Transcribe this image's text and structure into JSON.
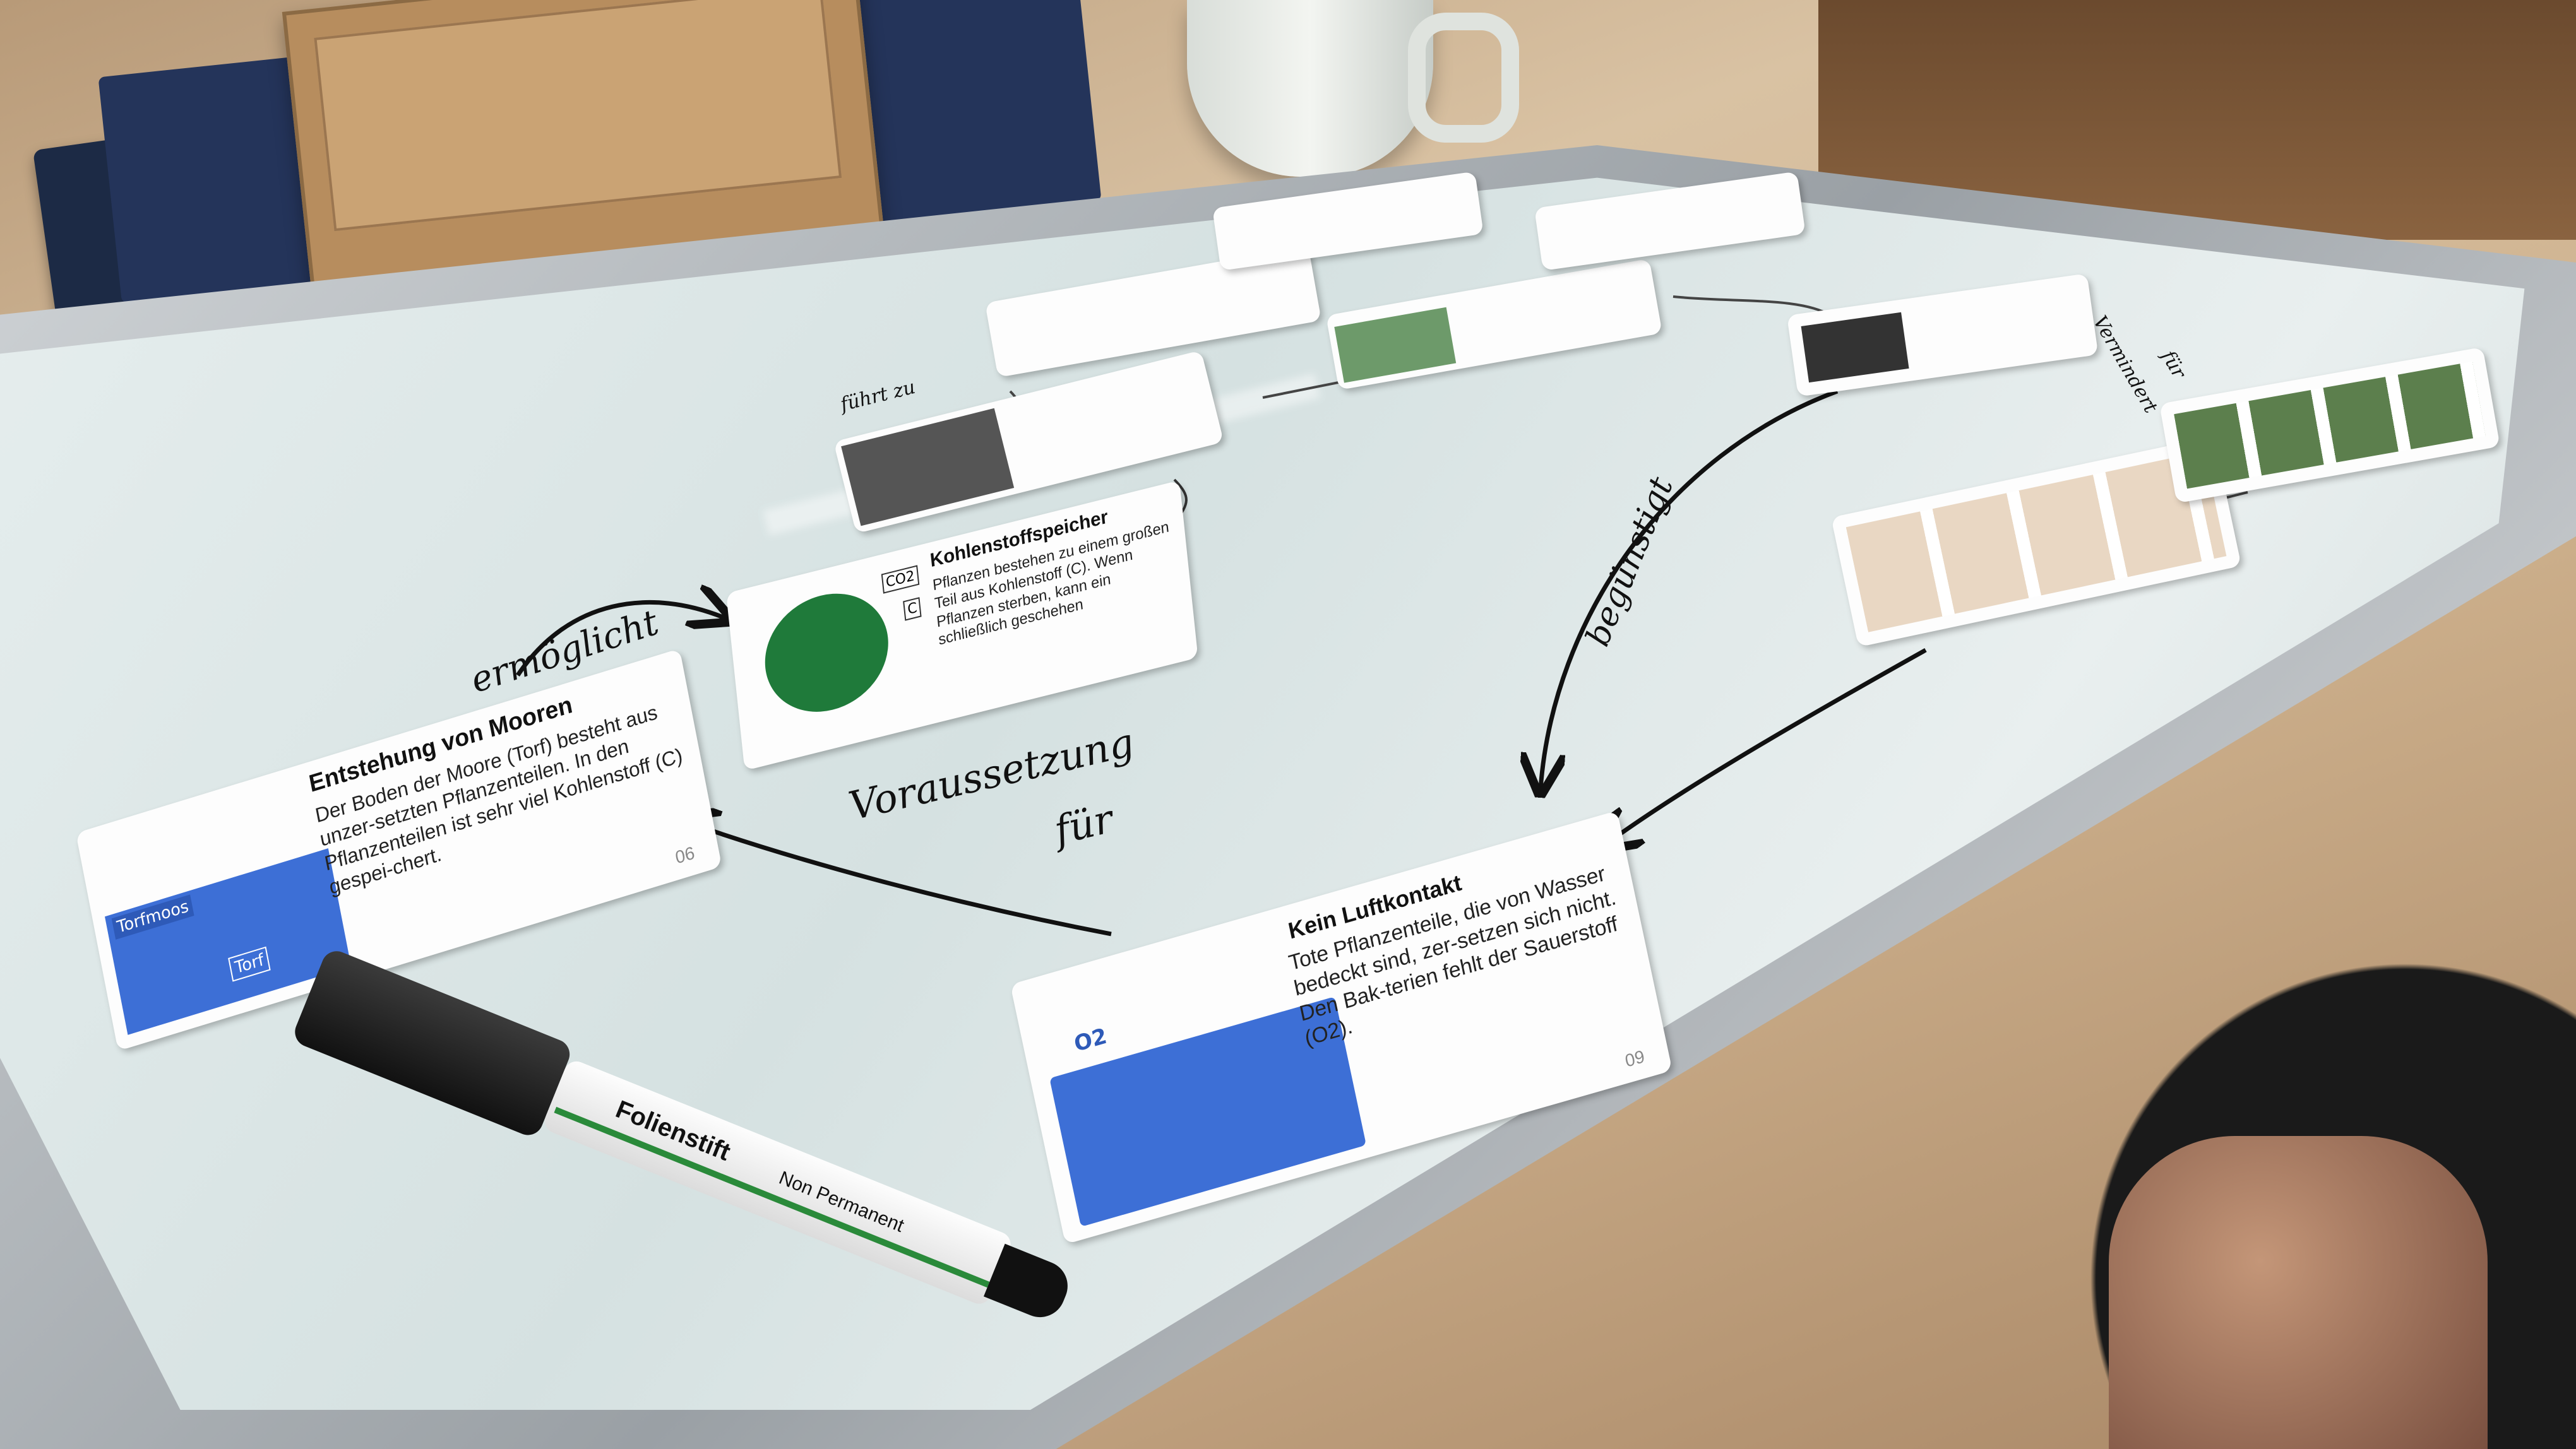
{
  "cards": {
    "entstehung": {
      "title": "Entstehung von Mooren",
      "body": "Der Boden der Moore (Torf) besteht aus unzer-setzten Pflanzenteilen. In den Pflanzenteilen ist sehr viel Kohlenstoff (C) gespei-chert.",
      "number": "06",
      "illustration_labels": [
        "Torfmoos",
        "Torf"
      ]
    },
    "speicher": {
      "title": "Kohlenstoffspeicher",
      "body": "Pflanzen bestehen zu einem großen Teil aus Kohlenstoff (C). Wenn Pflanzen sterben, kann ein schließlich geschehen",
      "illustration_labels": [
        "CO2",
        "C"
      ]
    },
    "luftkontakt": {
      "title": "Kein Luftkontakt",
      "body": "Tote Pflanzenteile, die von Wasser bedeckt sind, zer-setzen sich nicht. Den Bak-terien fehlt der Sauerstoff (O2).",
      "number": "09",
      "illustration_labels": [
        "O2"
      ]
    }
  },
  "handwriting": {
    "ermoeglicht": "ermöglicht",
    "voraussetzung": "Voraussetzung",
    "fuer": "für",
    "begunstigt": "begünstigt",
    "fuer2": "für",
    "fuehrt_zu": "führt zu",
    "vermindert": "Vermindert"
  },
  "marker": {
    "brand": "Folienstift",
    "type": "Non Permanent"
  },
  "colors": {
    "card_blue": "#3d6fd6",
    "tree_green": "#1f7a3a",
    "ink": "#111111",
    "board": "#dfe8e8"
  }
}
